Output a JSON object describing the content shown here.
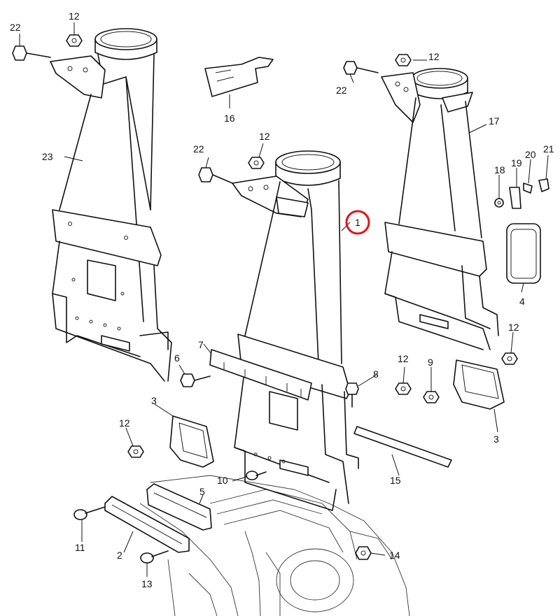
{
  "labels": {
    "l1": "1",
    "l2": "2",
    "l3a": "3",
    "l3b": "3",
    "l4": "4",
    "l5": "5",
    "l6": "6",
    "l7": "7",
    "l8": "8",
    "l9": "9",
    "l10": "10",
    "l11": "11",
    "l12a": "12",
    "l12b": "12",
    "l12c": "12",
    "l12d": "12",
    "l12e": "12",
    "l12f": "12",
    "l13": "13",
    "l14": "14",
    "l15": "15",
    "l16": "16",
    "l17": "17",
    "l18": "18",
    "l19": "19",
    "l20": "20",
    "l21": "21",
    "l22a": "22",
    "l22b": "22",
    "l22c": "22",
    "l23": "23"
  },
  "highlight": {
    "label": "1",
    "color": "#e0141b"
  }
}
